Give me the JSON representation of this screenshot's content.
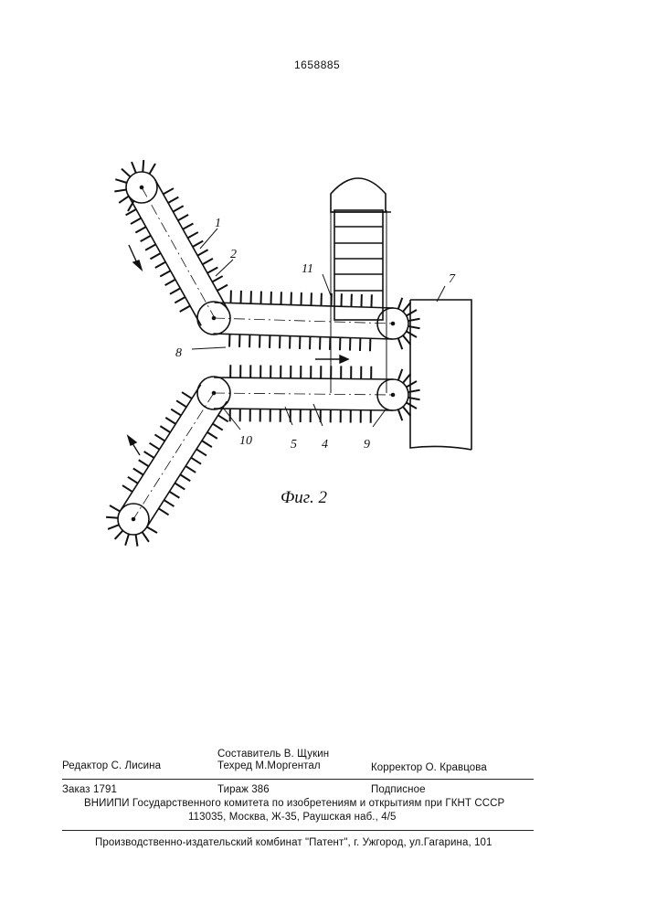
{
  "patent_number": "1658885",
  "figure": {
    "caption": "Фиг. 2",
    "labels": {
      "l1": "1",
      "l2": "2",
      "l4": "4",
      "l5": "5",
      "l7": "7",
      "l8": "8",
      "l9": "9",
      "l10": "10",
      "l11": "11"
    }
  },
  "footer": {
    "editor": "Редактор С. Лисина",
    "compiler": "Составитель  В. Щукин",
    "techred": "Техред М.Моргентал",
    "corrector": "Корректор  О. Кравцова",
    "order": "Заказ  1791",
    "circulation": "Тираж 386",
    "subscription": "Подписное",
    "vniipi": "ВНИИПИ Государственного комитета по изобретениям и открытиям при ГКНТ СССР",
    "address": "113035, Москва, Ж-35, Раушская наб., 4/5",
    "printer": "Производственно-издательский комбинат \"Патент\", г. Ужгород, ул.Гагарина, 101"
  }
}
